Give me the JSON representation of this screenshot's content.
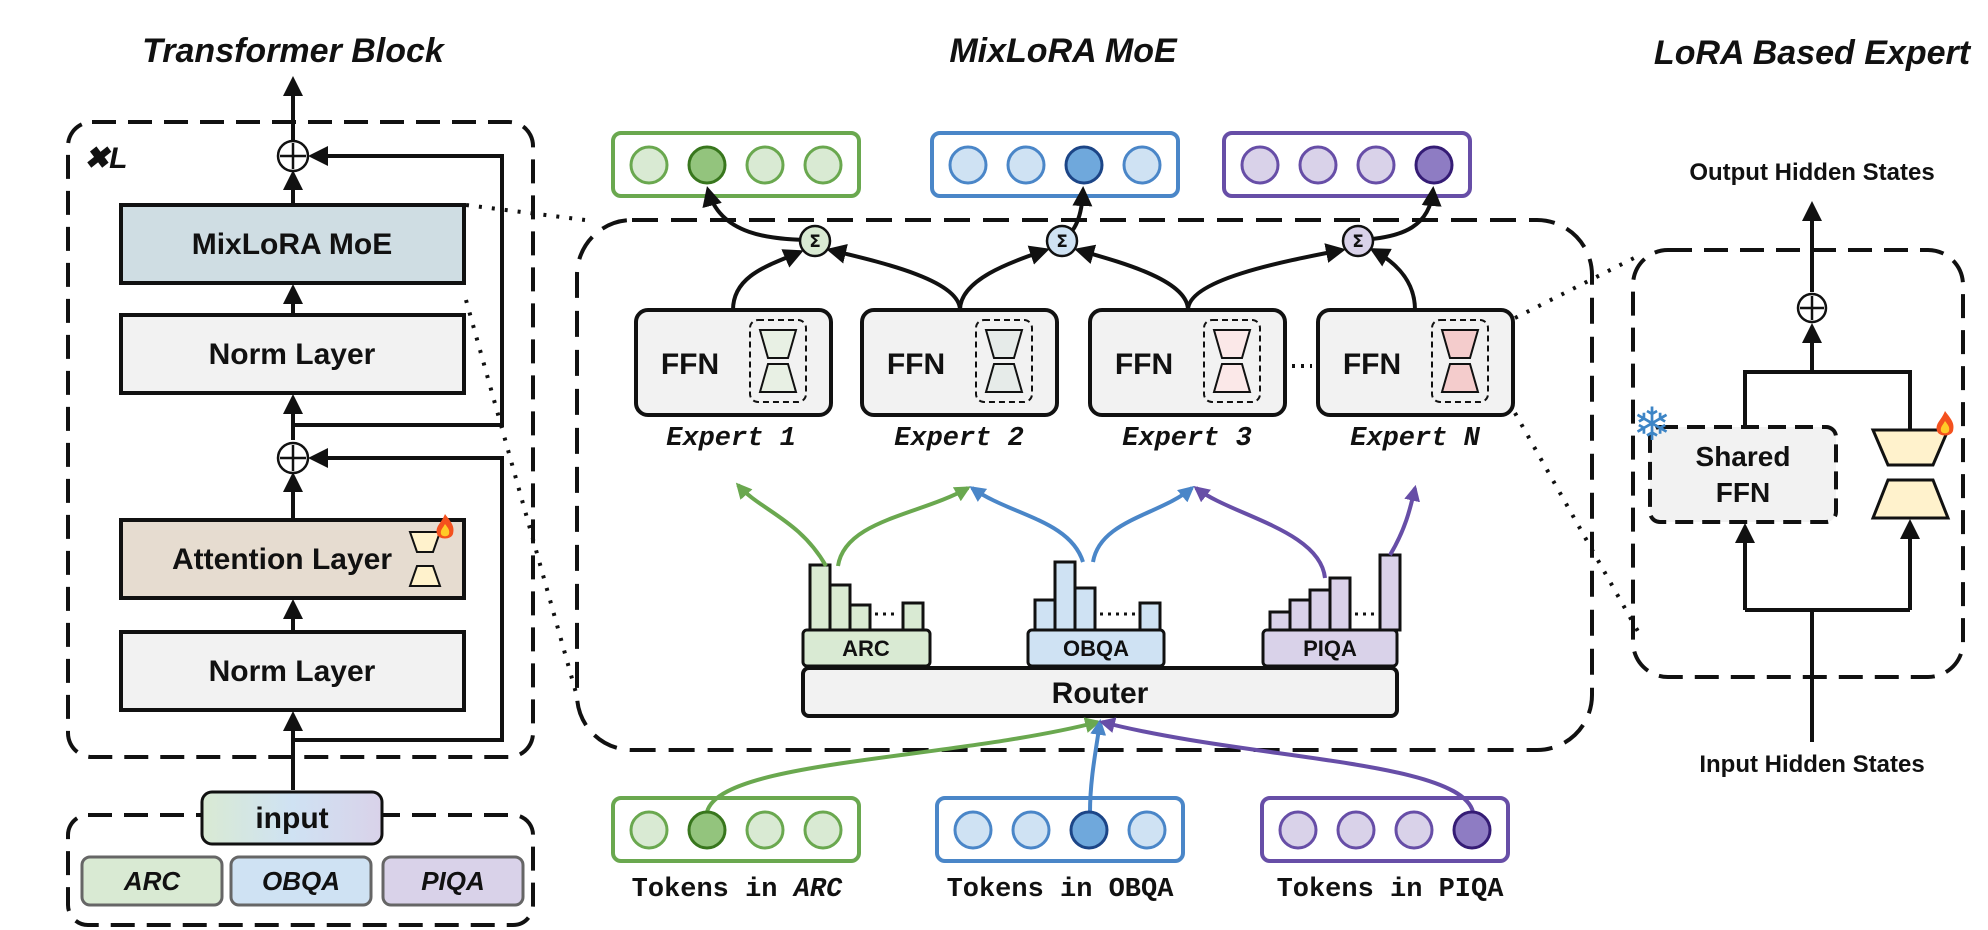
{
  "titles": {
    "transformer": "Transformer Block",
    "moe": "MixLoRA MoE",
    "expert": "LoRA Based Expert"
  },
  "transformer_block": {
    "repeat_label": "✖L",
    "layers": [
      "MixLoRA MoE",
      "Norm Layer",
      "Attention Layer",
      "Norm Layer"
    ],
    "input_label": "input",
    "datasets": [
      "ARC",
      "OBQA",
      "PIQA"
    ]
  },
  "moe": {
    "experts": [
      {
        "ffn": "FFN",
        "name": "Expert 1"
      },
      {
        "ffn": "FFN",
        "name": "Expert 2"
      },
      {
        "ffn": "FFN",
        "name": "Expert 3"
      },
      {
        "ffn": "FFN",
        "name": "Expert N"
      }
    ],
    "sum_symbol": "Σ",
    "router_label": "Router",
    "router_datasets": [
      "ARC",
      "OBQA",
      "PIQA"
    ],
    "token_labels": [
      {
        "prefix": "Tokens in ",
        "name": "ARC"
      },
      {
        "prefix": "Tokens in ",
        "name": "OBQA"
      },
      {
        "prefix": "Tokens in ",
        "name": "PIQA"
      }
    ]
  },
  "lora_expert": {
    "output_label": "Output Hidden States",
    "input_label": "Input Hidden States",
    "shared_line1": "Shared",
    "shared_line2": "FFN",
    "plus_symbol": "⊕",
    "frozen_icon": "❄",
    "trainable_icon": "fire-icon"
  },
  "colors": {
    "green": "#6aa84f",
    "green_fill": "#d9ead3",
    "blue": "#4a86c8",
    "blue_fill": "#cfe2f3",
    "purple": "#674ea7",
    "purple_fill": "#d9d2e9",
    "moe_fill": "#cfdde3",
    "attn_fill": "#e6dcd0",
    "norm_fill": "#f2f2f2",
    "lora_fill": "#fff2cc",
    "snow": "#3d85c6"
  }
}
